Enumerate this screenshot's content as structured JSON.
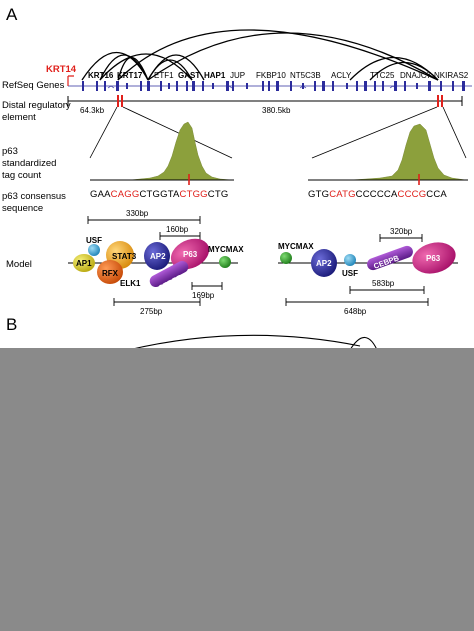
{
  "panel_a": {
    "letter": "A",
    "row_labels": {
      "refseq": "RefSeq Genes",
      "distal_1": "Distal regulatory",
      "distal_2": "element",
      "p63_1": "p63",
      "p63_2": "standardized",
      "p63_3": "tag count",
      "consensus_1": "p63 consensus",
      "consensus_2": "sequence",
      "model": "Model"
    },
    "genes": {
      "krt14": "KRT14",
      "krt16": "KRT16",
      "krt17": "KRT17",
      "etf1": "ETF1",
      "gast": "GAST",
      "hap1": "HAP1",
      "jup": "JUP",
      "fkbp10": "FKBP10",
      "nt5c3b": "NT5C3B",
      "acly": "ACLY",
      "ttc25": "TTC25",
      "dnajc7": "DNAJC7",
      "nkiras2": "NKIRAS2"
    },
    "distances": {
      "left": "64.3kb",
      "right": "380.5kb"
    },
    "seq_left": {
      "p1": "GAA",
      "p2": "CAGG",
      "p3": "CTGGTA",
      "p4": "CTGG",
      "p5": "CTG"
    },
    "seq_right": {
      "p1": "GTG",
      "p2": "CATG",
      "p3": "CCCCCA",
      "p4": "CCCG",
      "p5": "CCA"
    },
    "model_left": {
      "bp_top": "330bp",
      "bp_mid": "160bp",
      "bp_bot1": "169bp",
      "bp_bot2": "275bp",
      "tf": {
        "usf": "USF",
        "ap1": "AP1",
        "stat3": "STAT3",
        "rfx": "RFX",
        "elk1": "ELK1",
        "ap2": "AP2",
        "p63": "P63",
        "cebpb": "CEBPB",
        "mycmax": "MYCMAX"
      }
    },
    "model_right": {
      "bp_top": "320bp",
      "bp_mid": "583bp",
      "bp_bot": "648bp",
      "tf": {
        "mycmax": "MYCMAX",
        "ap2": "AP2",
        "usf": "USF",
        "cebpb": "CEBPB",
        "p63": "P63"
      }
    }
  },
  "panel_b": {
    "letter": "B"
  },
  "colors": {
    "gene_blue": "#2b2b9c",
    "highlight_red": "#e0201b",
    "peak_olive": "#8ca03c",
    "grey_block": "#8a8a8a"
  }
}
